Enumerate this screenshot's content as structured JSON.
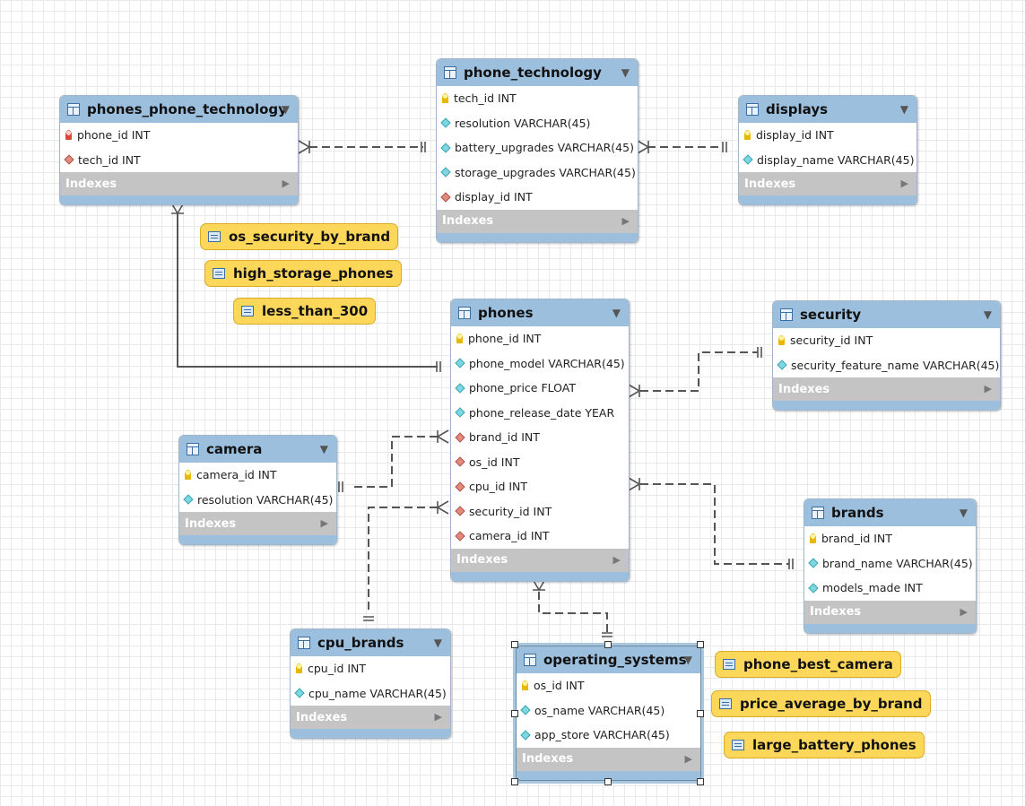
{
  "tables": [
    {
      "id": "phones_phone_technology",
      "name": "phones_phone_technology",
      "indexes_label": "Indexes",
      "columns": [
        {
          "name": "phone_id INT",
          "kind": "pkfk"
        },
        {
          "name": "tech_id INT",
          "kind": "fk"
        }
      ]
    },
    {
      "id": "phone_technology",
      "name": "phone_technology",
      "indexes_label": "Indexes",
      "columns": [
        {
          "name": "tech_id INT",
          "kind": "pk"
        },
        {
          "name": "resolution VARCHAR(45)",
          "kind": "col"
        },
        {
          "name": "battery_upgrades VARCHAR(45)",
          "kind": "col"
        },
        {
          "name": "storage_upgrades VARCHAR(45)",
          "kind": "col"
        },
        {
          "name": "display_id INT",
          "kind": "fk"
        }
      ]
    },
    {
      "id": "displays",
      "name": "displays",
      "indexes_label": "Indexes",
      "columns": [
        {
          "name": "display_id INT",
          "kind": "pk"
        },
        {
          "name": "display_name VARCHAR(45)",
          "kind": "col"
        }
      ]
    },
    {
      "id": "phones",
      "name": "phones",
      "indexes_label": "Indexes",
      "columns": [
        {
          "name": "phone_id INT",
          "kind": "pk"
        },
        {
          "name": "phone_model VARCHAR(45)",
          "kind": "col"
        },
        {
          "name": "phone_price FLOAT",
          "kind": "col"
        },
        {
          "name": "phone_release_date YEAR",
          "kind": "col"
        },
        {
          "name": "brand_id INT",
          "kind": "fk"
        },
        {
          "name": "os_id INT",
          "kind": "fk"
        },
        {
          "name": "cpu_id INT",
          "kind": "fk"
        },
        {
          "name": "security_id INT",
          "kind": "fk"
        },
        {
          "name": "camera_id INT",
          "kind": "fk"
        }
      ]
    },
    {
      "id": "security",
      "name": "security",
      "indexes_label": "Indexes",
      "columns": [
        {
          "name": "security_id INT",
          "kind": "pk"
        },
        {
          "name": "security_feature_name VARCHAR(45)",
          "kind": "col"
        }
      ]
    },
    {
      "id": "camera",
      "name": "camera",
      "indexes_label": "Indexes",
      "columns": [
        {
          "name": "camera_id INT",
          "kind": "pk"
        },
        {
          "name": "resolution VARCHAR(45)",
          "kind": "col"
        }
      ]
    },
    {
      "id": "brands",
      "name": "brands",
      "indexes_label": "Indexes",
      "columns": [
        {
          "name": "brand_id INT",
          "kind": "pk"
        },
        {
          "name": "brand_name VARCHAR(45)",
          "kind": "col"
        },
        {
          "name": "models_made INT",
          "kind": "col"
        }
      ]
    },
    {
      "id": "cpu_brands",
      "name": "cpu_brands",
      "indexes_label": "Indexes",
      "columns": [
        {
          "name": "cpu_id INT",
          "kind": "pk"
        },
        {
          "name": "cpu_name VARCHAR(45)",
          "kind": "col"
        }
      ]
    },
    {
      "id": "operating_systems",
      "name": "operating_systems",
      "indexes_label": "Indexes",
      "selected": true,
      "columns": [
        {
          "name": "os_id INT",
          "kind": "pk"
        },
        {
          "name": "os_name VARCHAR(45)",
          "kind": "col"
        },
        {
          "name": "app_store VARCHAR(45)",
          "kind": "col"
        }
      ]
    }
  ],
  "views": [
    {
      "id": "os_security_by_brand",
      "name": "os_security_by_brand"
    },
    {
      "id": "high_storage_phones",
      "name": "high_storage_phones"
    },
    {
      "id": "less_than_300",
      "name": "less_than_300"
    },
    {
      "id": "phone_best_camera",
      "name": "phone_best_camera"
    },
    {
      "id": "price_average_by_brand",
      "name": "price_average_by_brand"
    },
    {
      "id": "large_battery_phones",
      "name": "large_battery_phones"
    }
  ],
  "relationships": [
    {
      "from": "phones_phone_technology",
      "to": "phone_technology",
      "style": "dashed"
    },
    {
      "from": "phone_technology",
      "to": "displays",
      "style": "dashed"
    },
    {
      "from": "phones_phone_technology",
      "to": "phones",
      "style": "solid"
    },
    {
      "from": "phones",
      "to": "security",
      "style": "dashed"
    },
    {
      "from": "phones",
      "to": "camera",
      "style": "dashed"
    },
    {
      "from": "phones",
      "to": "cpu_brands",
      "style": "dashed"
    },
    {
      "from": "phones",
      "to": "brands",
      "style": "dashed"
    },
    {
      "from": "phones",
      "to": "operating_systems",
      "style": "dashed"
    }
  ],
  "colors": {
    "table_header": "#9cbfdd",
    "indexes_bar": "#c4c4c4",
    "view_fill": "#fdd75a",
    "line": "#555555"
  }
}
